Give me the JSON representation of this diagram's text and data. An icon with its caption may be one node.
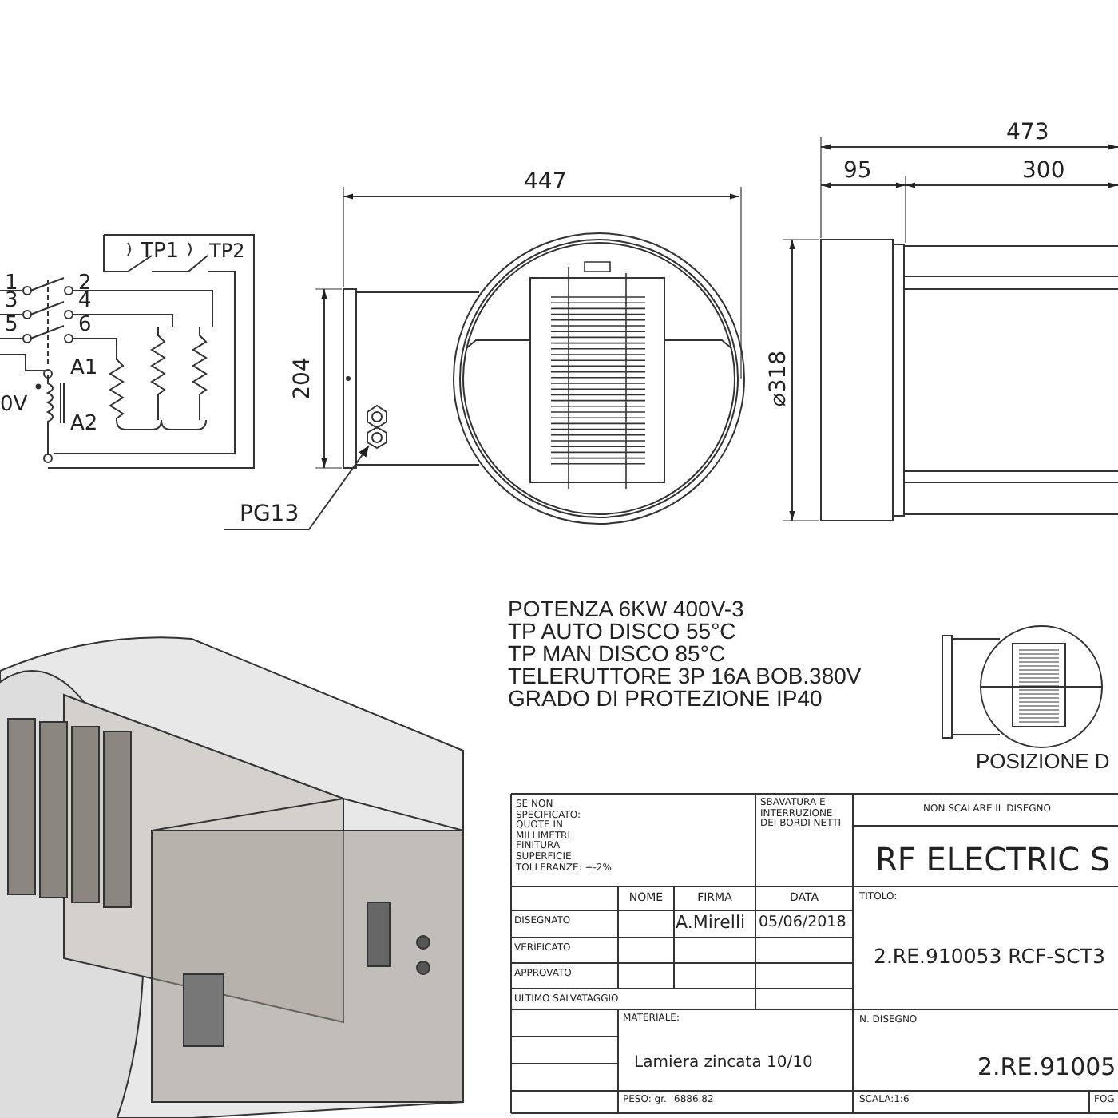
{
  "diagram": {
    "nodes": [
      {
        "text": [
          "PG13"
        ]
      },
      {
        "text": [],
        "shape": "picture"
      }
    ],
    "edges": [
      {
        "from": 0,
        "to": 1,
        "arrow": "to"
      }
    ],
    "labels": [
      "1",
      "2",
      "3",
      "4",
      "5",
      "6",
      "TP1",
      "TP2",
      "A1",
      "0V",
      "A2",
      "473",
      "95",
      "300",
      "447",
      "204",
      "⌀318",
      "POTENZA 6KW 400V-3",
      "TP AUTO DISCO 55°C",
      "TP MAN DISCO 85°C",
      "TELERUTTORE 3P 16A BOB.380V",
      "GRADO DI PROTEZIONE IP40",
      "POSIZIONE D",
      "SE NON SPECIFICATO: QUOTE IN MILLIMETRI FINITURA SUPERFICIE: TOLLERANZE: +-2%",
      "SBAVATURA E INTERRUZIONE DEI BORDI NETTI",
      "NON SCALARE IL DISEGNO",
      "RF ELECTRIC S",
      "NOME",
      "FIRMA",
      "DATA",
      "TITOLO:",
      "DISEGNATO",
      "A.Mirelli",
      "05/06/2018",
      "VERIFICATO",
      "2.RE.910053 RCF-SCT3",
      "APPROVATO",
      "ULTIMO SALVATAGGIO",
      "MATERIALE:",
      "N. DISEGNO",
      "Lamiera zincata 10/10",
      "2.RE.91005",
      "PESO: gr.",
      "6886.82",
      "SCALA:1:6",
      "FOG"
    ]
  }
}
